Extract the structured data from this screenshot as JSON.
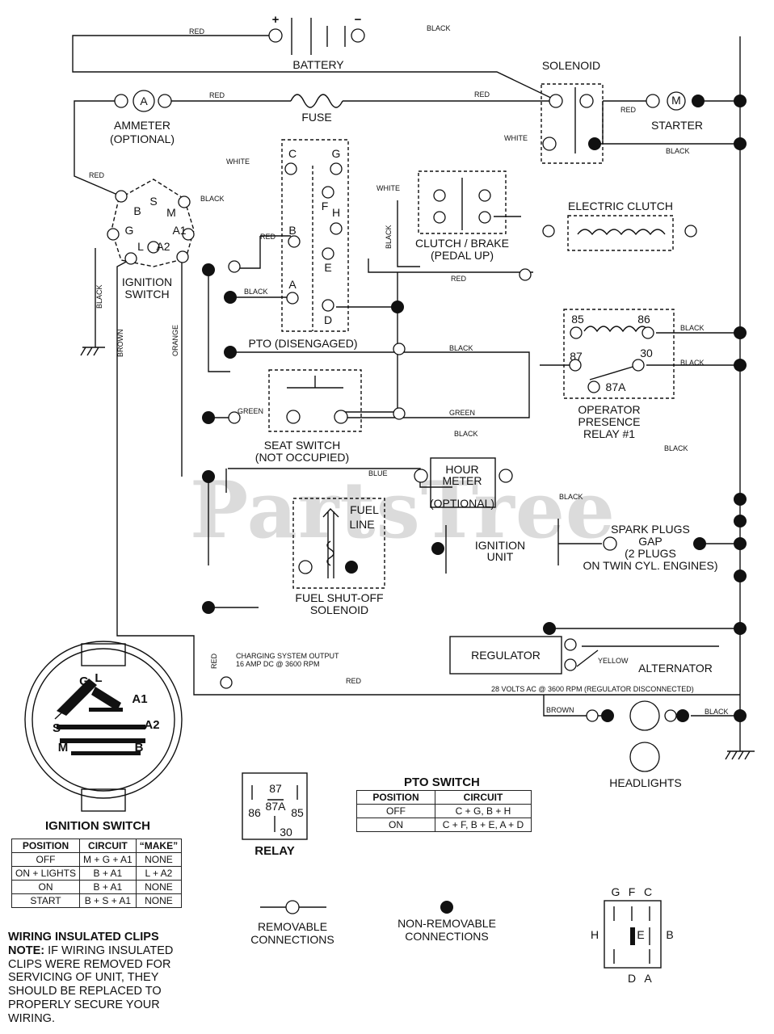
{
  "watermark": "PartsTree",
  "polarity": {
    "positive": "+",
    "negative": "−"
  },
  "components": {
    "battery": "BATTERY",
    "solenoid": "SOLENOID",
    "ammeter": [
      "AMMETER",
      "(OPTIONAL)"
    ],
    "ammeter_symbol": "A",
    "fuse": "FUSE",
    "starter": "STARTER",
    "starter_symbol": "M",
    "electric_clutch": "ELECTRIC CLUTCH",
    "clutch_brake": [
      "CLUTCH / BRAKE",
      "(PEDAL UP)"
    ],
    "ignition_switch": [
      "IGNITION",
      "SWITCH"
    ],
    "pto": "PTO (DISENGAGED)",
    "seat_switch": [
      "SEAT SWITCH",
      "(NOT OCCUPIED)"
    ],
    "hour_meter": [
      "HOUR",
      "METER",
      "(OPTIONAL)"
    ],
    "fuel_line": [
      "FUEL",
      "LINE"
    ],
    "fuel_solenoid": [
      "FUEL SHUT-OFF",
      "SOLENOID"
    ],
    "ignition_unit": [
      "IGNITION",
      "UNIT"
    ],
    "spark_plugs": [
      "SPARK PLUGS",
      "GAP",
      "(2 PLUGS",
      "ON TWIN CYL. ENGINES)"
    ],
    "operator_relay": [
      "OPERATOR",
      "PRESENCE",
      "RELAY #1"
    ],
    "regulator": "REGULATOR",
    "alternator": "ALTERNATOR",
    "headlights": "HEADLIGHTS",
    "charging_note": [
      "CHARGING SYSTEM OUTPUT",
      "16 AMP DC @ 3600 RPM"
    ],
    "ac_note": "28 VOLTS AC @ 3600 RPM (REGULATOR DISCONNECTED)"
  },
  "terminals": {
    "ignition": [
      "B",
      "S",
      "M",
      "G",
      "L",
      "A2",
      "A1"
    ],
    "pto": [
      "C",
      "G",
      "F",
      "H",
      "B",
      "E",
      "A",
      "D"
    ],
    "relay": [
      "85",
      "86",
      "87",
      "30",
      "87A"
    ]
  },
  "wires": {
    "red": "RED",
    "black": "BLACK",
    "white": "WHITE",
    "green": "GREEN",
    "brown": "BROWN",
    "orange": "ORANGE",
    "blue": "BLUE",
    "yellow": "YELLOW"
  },
  "ignition_symbol": {
    "letters": [
      "G",
      "L",
      "A1",
      "S",
      "A2",
      "M",
      "B"
    ]
  },
  "relay_symbol": {
    "title": "RELAY",
    "pins": [
      "87",
      "86",
      "87A",
      "85",
      "30"
    ]
  },
  "pto_symbol": {
    "top": [
      "G",
      "F",
      "C"
    ],
    "left": "H",
    "center": "E",
    "right": "B",
    "bottom": [
      "D",
      "A"
    ]
  },
  "ignition_table": {
    "title": "IGNITION SWITCH",
    "headers": [
      "POSITION",
      "CIRCUIT",
      "“MAKE”"
    ],
    "rows": [
      [
        "OFF",
        "M + G + A1",
        "NONE"
      ],
      [
        "ON + LIGHTS",
        "B + A1",
        "L + A2"
      ],
      [
        "ON",
        "B + A1",
        "NONE"
      ],
      [
        "START",
        "B + S + A1",
        "NONE"
      ]
    ]
  },
  "pto_table": {
    "title": "PTO SWITCH",
    "headers": [
      "POSITION",
      "CIRCUIT"
    ],
    "rows": [
      [
        "OFF",
        "C + G, B + H"
      ],
      [
        "ON",
        "C + F, B + E, A + D"
      ]
    ]
  },
  "legend": {
    "removable": [
      "REMOVABLE",
      "CONNECTIONS"
    ],
    "non_removable": [
      "NON-REMOVABLE",
      "CONNECTIONS"
    ]
  },
  "note": {
    "title": "WIRING INSULATED CLIPS",
    "prefix": "NOTE:",
    "body": " IF WIRING INSULATED CLIPS WERE REMOVED FOR SERVICING OF UNIT, THEY SHOULD BE REPLACED TO PROPERLY SECURE YOUR WIRING."
  }
}
